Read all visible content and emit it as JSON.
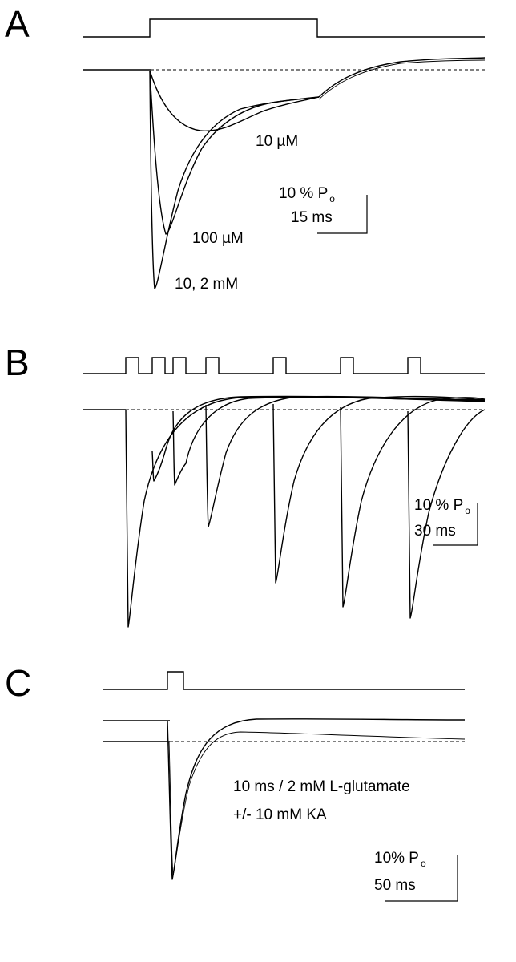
{
  "panels": {
    "a": {
      "letter": "A",
      "trace_labels": {
        "low": "10 µM",
        "mid": "100 µM",
        "high": "10, 2 mM"
      },
      "scale_bar": {
        "amplitude": "10 % P",
        "amplitude_subscript": "o",
        "time": "15 ms"
      }
    },
    "b": {
      "letter": "B",
      "scale_bar": {
        "amplitude": "10 % P",
        "amplitude_subscript": "o",
        "time": "30 ms"
      }
    },
    "c": {
      "letter": "C",
      "annotation_line1": "10 ms / 2 mM L-glutamate",
      "annotation_line2": "+/- 10 mM KA",
      "scale_bar": {
        "amplitude": "10% P",
        "amplitude_subscript": "o",
        "time": "50 ms"
      }
    }
  }
}
